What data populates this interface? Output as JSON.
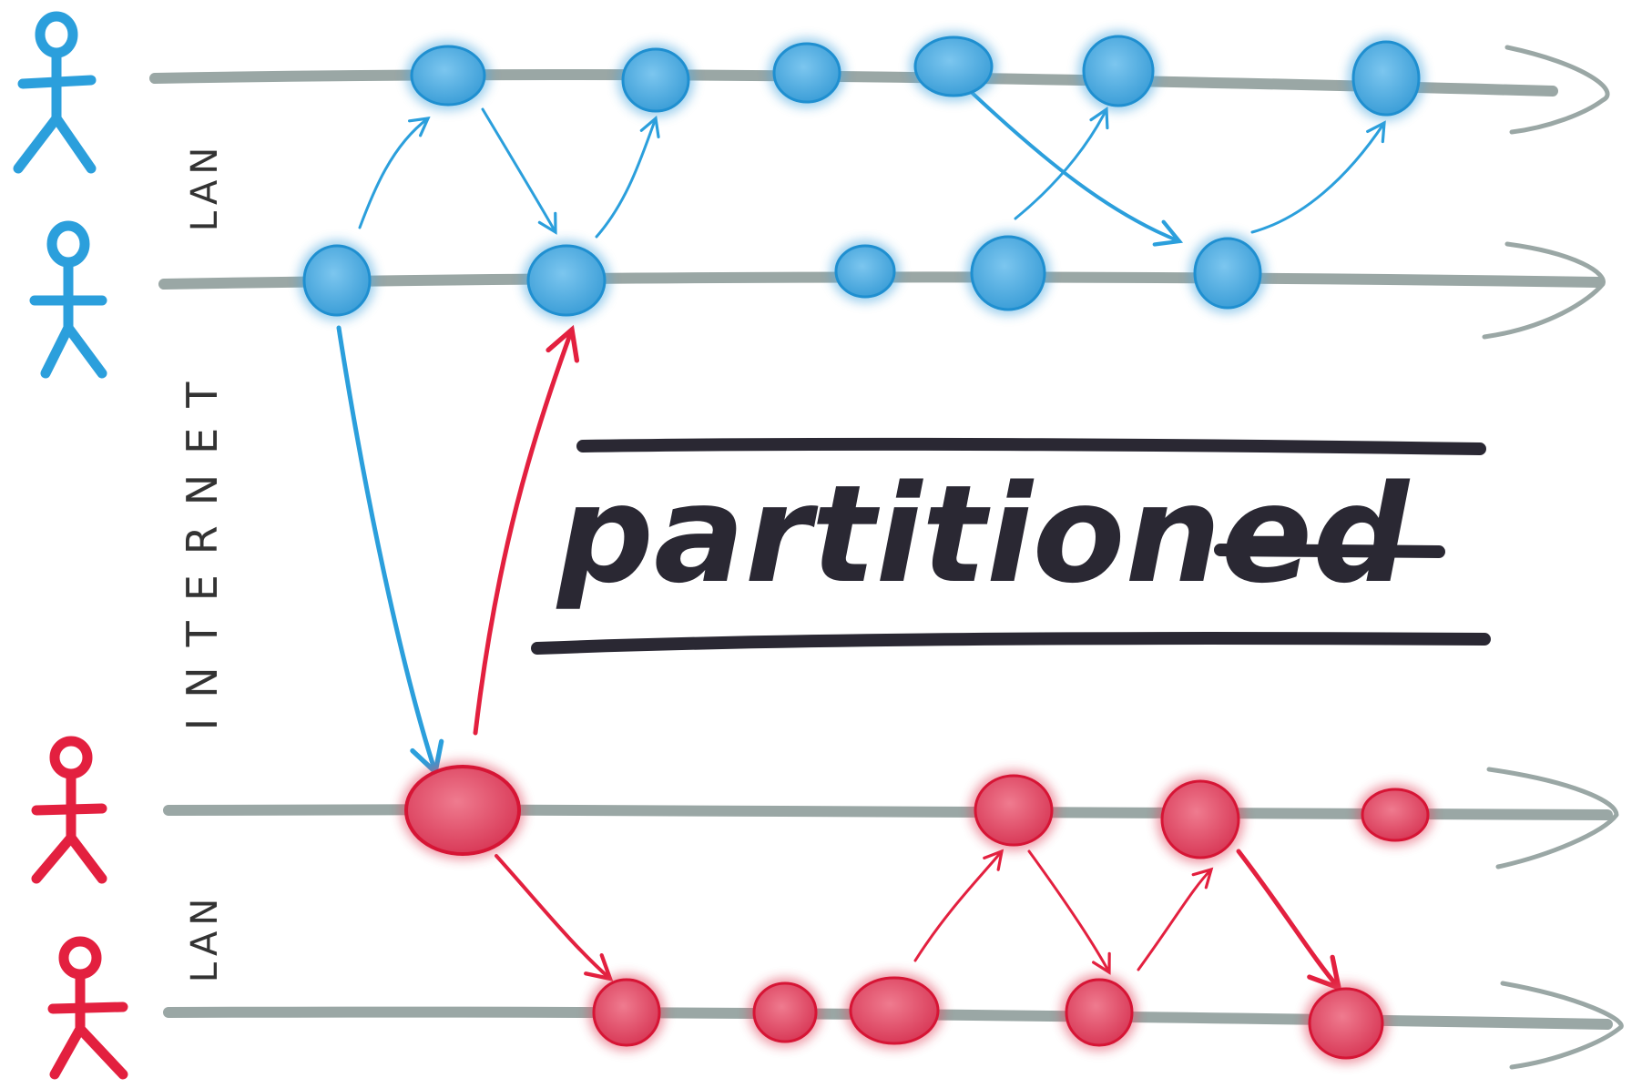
{
  "diagram": {
    "network_labels": {
      "upper_lan": "LAN",
      "internet": "INTERNET",
      "lower_lan": "LAN"
    },
    "center_label": "partitioned",
    "colors": {
      "blue_side": "#2b9fdc",
      "blue_fill": "#5bb4e6",
      "red_side": "#e3203f",
      "red_fill": "#e85a72",
      "timeline": "#9aa7a5",
      "ink": "#2a2833",
      "background": "#ffffff"
    },
    "actors": [
      {
        "name": "person-icon",
        "group": "blue"
      },
      {
        "name": "person-icon",
        "group": "blue"
      },
      {
        "name": "person-icon",
        "group": "red"
      },
      {
        "name": "person-icon",
        "group": "red"
      }
    ]
  }
}
